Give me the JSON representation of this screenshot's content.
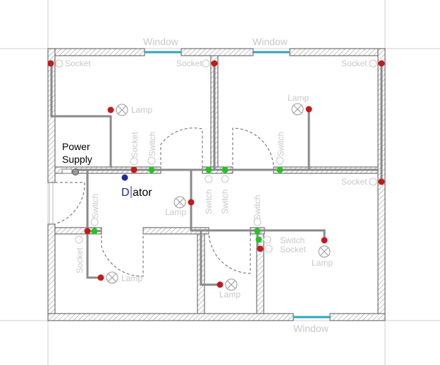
{
  "labels": {
    "window": "Window",
    "socket": "Socket",
    "lamp": "Lamp",
    "switch": "Switch",
    "power_supply_line1": "Power",
    "power_supply_line2": "Supply",
    "edit_text_prefix": "D",
    "edit_text_suffix": "ator"
  },
  "colors": {
    "socket_dot": "#c41a1a",
    "switch_dot": "#22c422",
    "window_line": "#2aa8b8",
    "wire": "#8a8a8a",
    "cursor_dot": "#1a2a9c"
  }
}
